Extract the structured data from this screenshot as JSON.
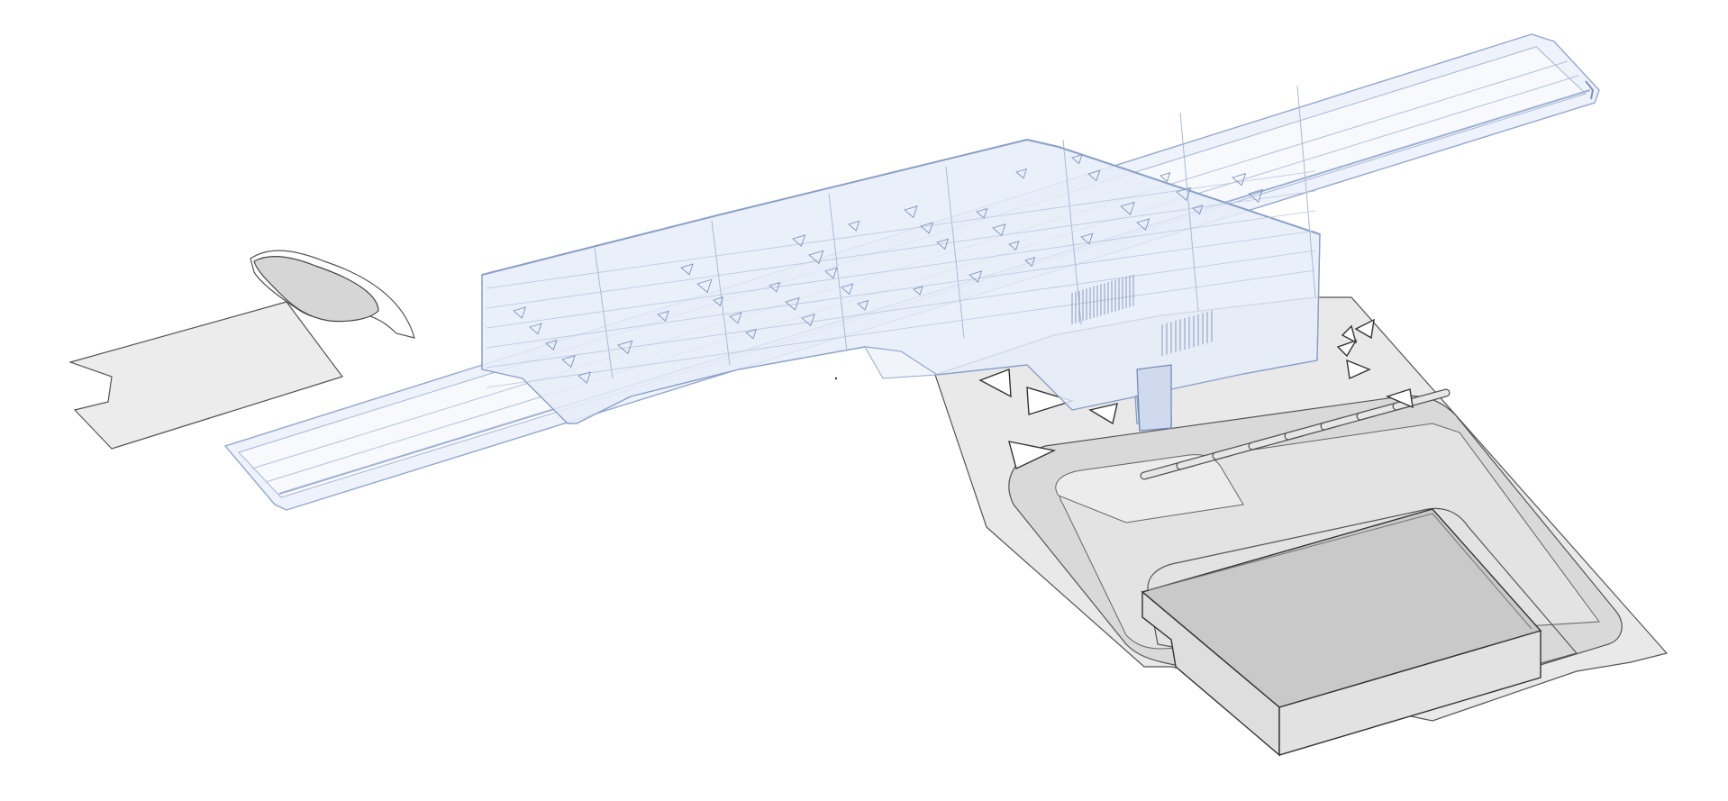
{
  "image_kind": "isometric architectural axonometric diagram",
  "colors": {
    "background": "#ffffff",
    "ground_fill": "#ececec",
    "ground_stroke": "#555555",
    "plaza_fill": "#e9e9e9",
    "roof_fill": "#c9c9c9",
    "roof_side": "#dedede",
    "glass_fill": "#e6edf8",
    "glass_stroke": "#94a8cc",
    "glass_line": "#8aa0c6",
    "dark_line": "#3a3a3a"
  },
  "components": [
    "left-ground-slab",
    "left-landscape-mound",
    "glass-station-building",
    "rail-platform-canopy",
    "entrance-plaza",
    "plaza-triangle-markers",
    "parking-deck",
    "box-building"
  ]
}
